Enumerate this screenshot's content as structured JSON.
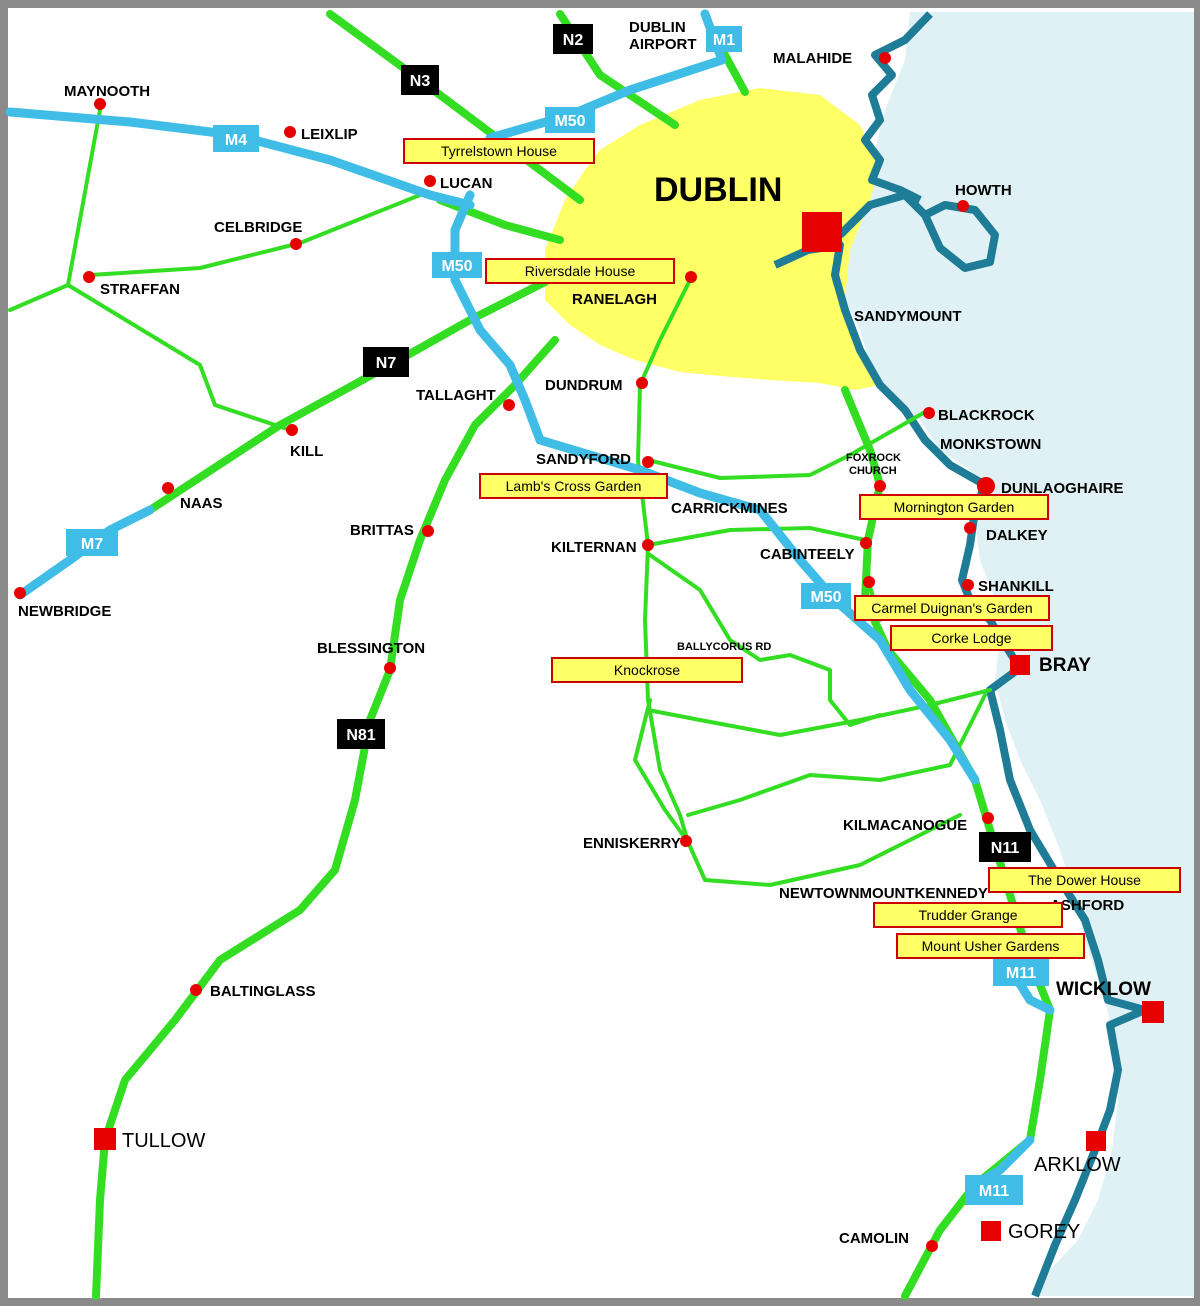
{
  "map": {
    "city_label": "DUBLIN",
    "colors": {
      "sea": "#dff1f5",
      "land": "#ffffff",
      "coast": "#1e7c96",
      "national_road": "#33dd22",
      "motorway": "#3fbde6",
      "city_area": "#ffff66",
      "town_dot": "#e60000",
      "garden_fill": "#ffff66",
      "garden_border": "#cc0000",
      "frame": "#8a8a8a"
    },
    "road_shields": [
      {
        "label": "N2",
        "type": "national"
      },
      {
        "label": "M1",
        "type": "motorway"
      },
      {
        "label": "N3",
        "type": "national"
      },
      {
        "label": "M50",
        "type": "motorway"
      },
      {
        "label": "M4",
        "type": "motorway"
      },
      {
        "label": "M50",
        "type": "motorway"
      },
      {
        "label": "N7",
        "type": "national"
      },
      {
        "label": "M7",
        "type": "motorway"
      },
      {
        "label": "M50",
        "type": "motorway"
      },
      {
        "label": "N81",
        "type": "national"
      },
      {
        "label": "N11",
        "type": "national"
      },
      {
        "label": "M11",
        "type": "motorway"
      },
      {
        "label": "M11",
        "type": "motorway"
      }
    ],
    "places": [
      "DUBLIN AIRPORT",
      "MALAHIDE",
      "MAYNOOTH",
      "LEIXLIP",
      "LUCAN",
      "CELBRIDGE",
      "STRAFFAN",
      "HOWTH",
      "RANELAGH",
      "SANDYMOUNT",
      "DUNDRUM",
      "TALLAGHT",
      "KILL",
      "BLACKROCK",
      "MONKSTOWN",
      "SANDYFORD",
      "FOXROCK CHURCH",
      "DUNLAOGHAIRE",
      "NAAS",
      "CARRICKMINES",
      "BRITTAS",
      "DALKEY",
      "KILTERNAN",
      "CABINTEELY",
      "NEWBRIDGE",
      "SHANKILL",
      "BALLYCORUS RD",
      "BLESSINGTON",
      "BRAY",
      "KILMACANOGUE",
      "ENNISKERRY",
      "NEWTOWNMOUNTKENNEDY",
      "ASHFORD",
      "WICKLOW",
      "BALTINGLASS",
      "TULLOW",
      "ARKLOW",
      "CAMOLIN",
      "GOREY"
    ],
    "gardens": [
      "Tyrrelstown House",
      "Riversdale House",
      "Lamb's Cross Garden",
      "Mornington Garden",
      "Carmel Duignan's Garden",
      "Corke Lodge",
      "Knockrose",
      "The Dower House",
      "Trudder Grange",
      "Mount Usher Gardens"
    ]
  }
}
